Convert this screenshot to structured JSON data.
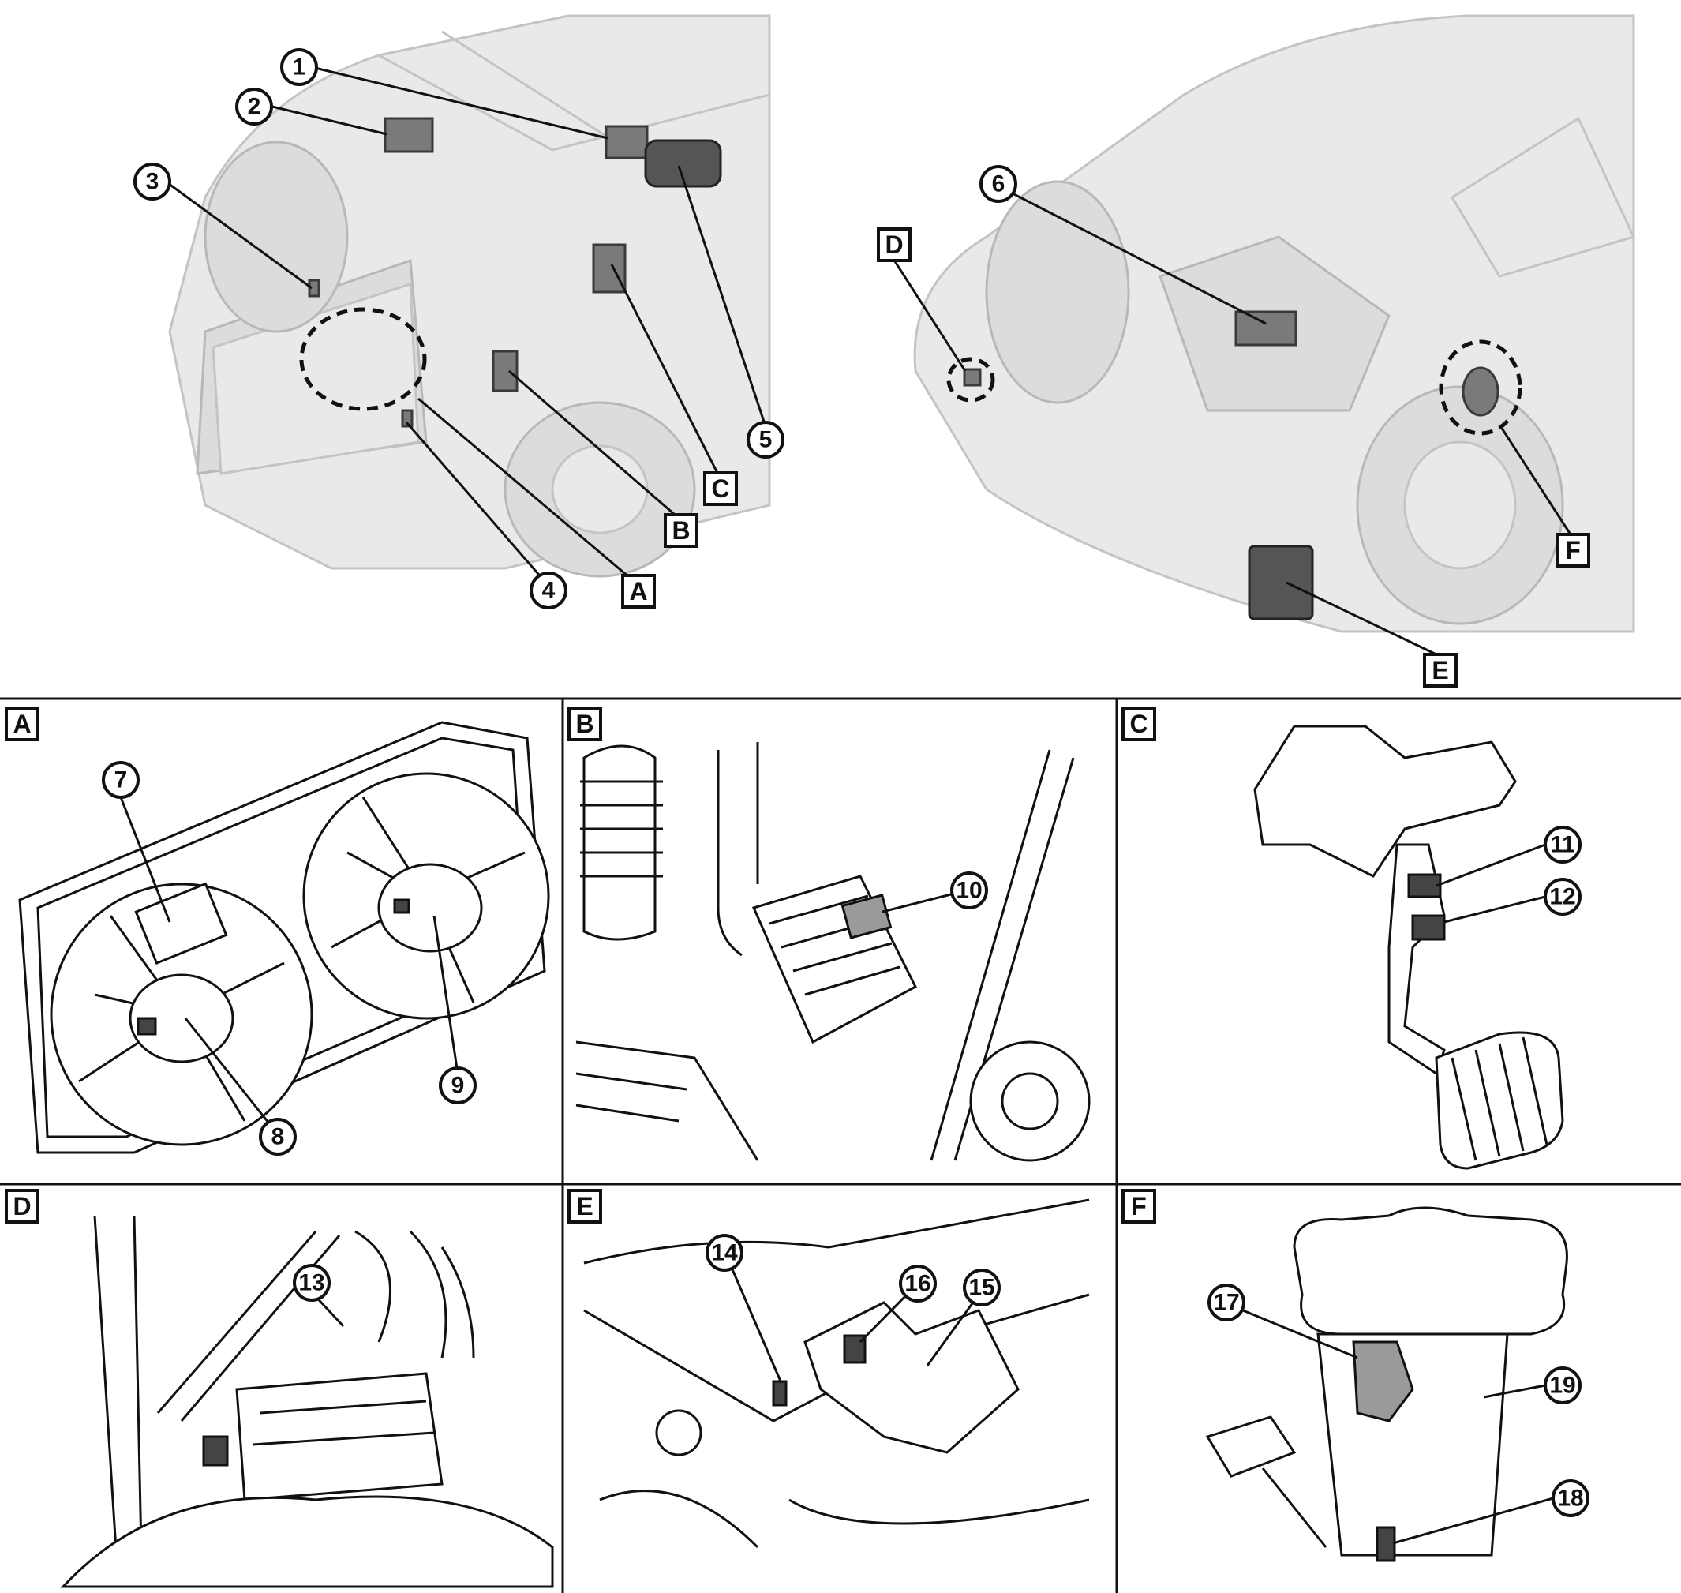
{
  "callouts": {
    "c1": "1",
    "c2": "2",
    "c3": "3",
    "c4": "4",
    "c5": "5",
    "c6": "6",
    "c7": "7",
    "c8": "8",
    "c9": "9",
    "c10": "10",
    "c11": "11",
    "c12": "12",
    "c13": "13",
    "c14": "14",
    "c15": "15",
    "c16": "16",
    "c17": "17",
    "c18": "18",
    "c19": "19"
  },
  "letters": {
    "A": "A",
    "B": "B",
    "C": "C",
    "D": "D",
    "E": "E",
    "F": "F"
  },
  "colors": {
    "background": "#ffffff",
    "line": "#111111",
    "component": "#7a7a7a",
    "ghost_vehicle": "#e9e9e9"
  }
}
